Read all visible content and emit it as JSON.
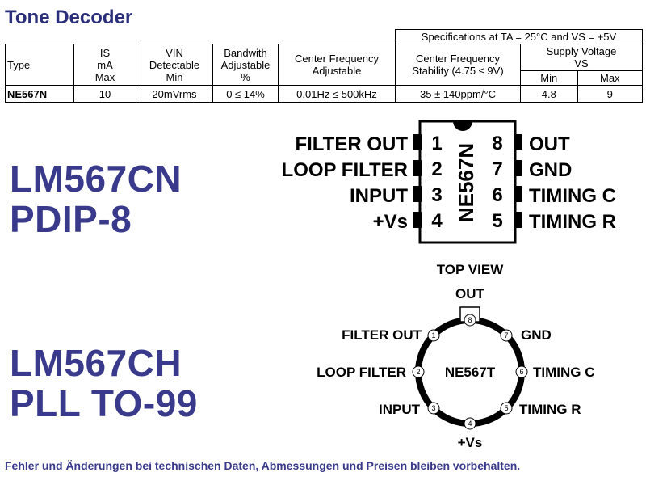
{
  "title": "Tone Decoder",
  "table": {
    "spec_header": "Specifications at TA = 25°C and VS = +5V",
    "col_type": "Type",
    "col_is": [
      "IS",
      "mA",
      "Max"
    ],
    "col_vin": [
      "VIN",
      "Detectable",
      "Min"
    ],
    "col_bw": [
      "Bandwith",
      "Adjustable",
      "%"
    ],
    "col_cf": [
      "Center Frequency",
      "Adjustable"
    ],
    "col_cs": [
      "Center Frequency",
      "Stability (4.75 ≤ 9V)"
    ],
    "col_sv": [
      "Supply Voltage",
      "VS"
    ],
    "col_min": "Min",
    "col_max": "Max",
    "row": {
      "type": "NE567N",
      "is": "10",
      "vin": "20mVrms",
      "bw": "0 ≤ 14%",
      "cf": "0.01Hz ≤ 500kHz",
      "cs": "35 ± 140ppm/°C",
      "vmin": "4.8",
      "vmax": "9"
    }
  },
  "pdip": {
    "label_line1": "LM567CN",
    "label_line2": "PDIP-8",
    "chip_name": "NE567N",
    "left_pins": [
      {
        "num": "1",
        "name": "FILTER OUT"
      },
      {
        "num": "2",
        "name": "LOOP FILTER"
      },
      {
        "num": "3",
        "name": "INPUT"
      },
      {
        "num": "4",
        "name": "+Vs"
      }
    ],
    "right_pins": [
      {
        "num": "8",
        "name": "OUT"
      },
      {
        "num": "7",
        "name": "GND"
      },
      {
        "num": "6",
        "name": "TIMING C"
      },
      {
        "num": "5",
        "name": "TIMING R"
      }
    ]
  },
  "to99": {
    "label_line1": "LM567CH",
    "label_line2": "PLL TO-99",
    "view": "TOP VIEW",
    "chip_name": "NE567T",
    "pins": [
      {
        "num": "8",
        "name": "OUT"
      },
      {
        "num": "1",
        "name": "FILTER OUT"
      },
      {
        "num": "7",
        "name": "GND"
      },
      {
        "num": "2",
        "name": "LOOP FILTER"
      },
      {
        "num": "6",
        "name": "TIMING C"
      },
      {
        "num": "3",
        "name": "INPUT"
      },
      {
        "num": "5",
        "name": "TIMING R"
      },
      {
        "num": "4",
        "name": "+Vs"
      }
    ]
  },
  "footer": "Fehler und Änderungen bei technischen Daten, Abmessungen und Preisen bleiben vorbehalten.",
  "colors": {
    "title": "#2b2e7a",
    "label": "#3a3a8c"
  }
}
